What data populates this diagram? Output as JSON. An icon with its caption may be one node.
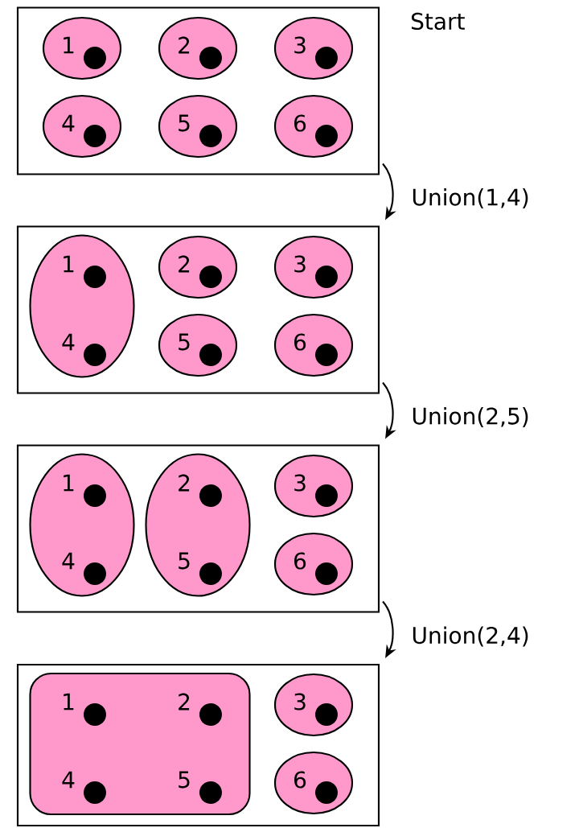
{
  "diagram": {
    "nodes": [
      {
        "text": [],
        "shape": "box",
        "beside": [
          "Start"
        ]
      },
      {
        "text": [
          "1"
        ],
        "in": 0
      },
      {
        "text": [
          "2"
        ],
        "in": 0
      },
      {
        "text": [
          "3"
        ],
        "in": 0
      },
      {
        "text": [
          "4"
        ],
        "in": 0
      },
      {
        "text": [
          "5"
        ],
        "in": 0
      },
      {
        "text": [
          "6"
        ],
        "in": 0
      },
      {
        "text": [],
        "shape": "box"
      },
      {
        "text": [
          "1",
          "4"
        ],
        "in": 7
      },
      {
        "text": [
          "2"
        ],
        "in": 7
      },
      {
        "text": [
          "3"
        ],
        "in": 7
      },
      {
        "text": [
          "5"
        ],
        "in": 7
      },
      {
        "text": [
          "6"
        ],
        "in": 7
      },
      {
        "text": [],
        "shape": "box"
      },
      {
        "text": [
          "1",
          "4"
        ],
        "in": 13
      },
      {
        "text": [
          "2",
          "5"
        ],
        "in": 13
      },
      {
        "text": [
          "3"
        ],
        "in": 13
      },
      {
        "text": [
          "6"
        ],
        "in": 13
      },
      {
        "text": [],
        "shape": "box"
      },
      {
        "text": [
          "1",
          "2",
          "4",
          "5"
        ],
        "in": 18
      },
      {
        "text": [
          "3"
        ],
        "in": 18
      },
      {
        "text": [
          "6"
        ],
        "in": 18
      }
    ],
    "edges": [
      {
        "from": 0,
        "to": 7,
        "arrow": "to",
        "label": "Union(1,4)"
      },
      {
        "from": 7,
        "to": 13,
        "arrow": "to",
        "label": "Union(2,5)"
      },
      {
        "from": 13,
        "to": 18,
        "arrow": "to",
        "label": "Union(2,4)"
      }
    ]
  }
}
